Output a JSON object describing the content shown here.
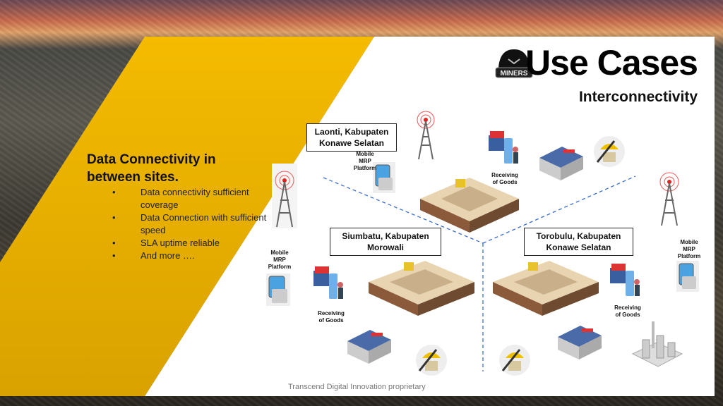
{
  "header": {
    "title": "Use Cases",
    "subtitle": "Interconnectivity",
    "logo_text": "MINERS"
  },
  "left": {
    "heading": "Data Connectivity in between sites.",
    "bullets": [
      "Data connectivity sufficient coverage",
      "Data Connection with sufficient speed",
      "SLA uptime reliable",
      "And more …."
    ]
  },
  "sites": [
    {
      "name": "Laonti, Kabupaten Konawe Selatan",
      "mobile": "Mobile MRP Platform",
      "receiving": "Receiving of Goods"
    },
    {
      "name": "Siumbatu, Kabupaten Morowali",
      "mobile": "Mobile MRP Platform",
      "receiving": "Receiving of Goods"
    },
    {
      "name": "Torobulu, Kabupaten Konawe Selatan",
      "mobile": "Mobile MRP Platform",
      "receiving": "Receiving of Goods"
    }
  ],
  "footer": "Transcend Digital Innovation proprietary",
  "colors": {
    "accent": "#f0b400",
    "line": "#3a6fd0"
  }
}
